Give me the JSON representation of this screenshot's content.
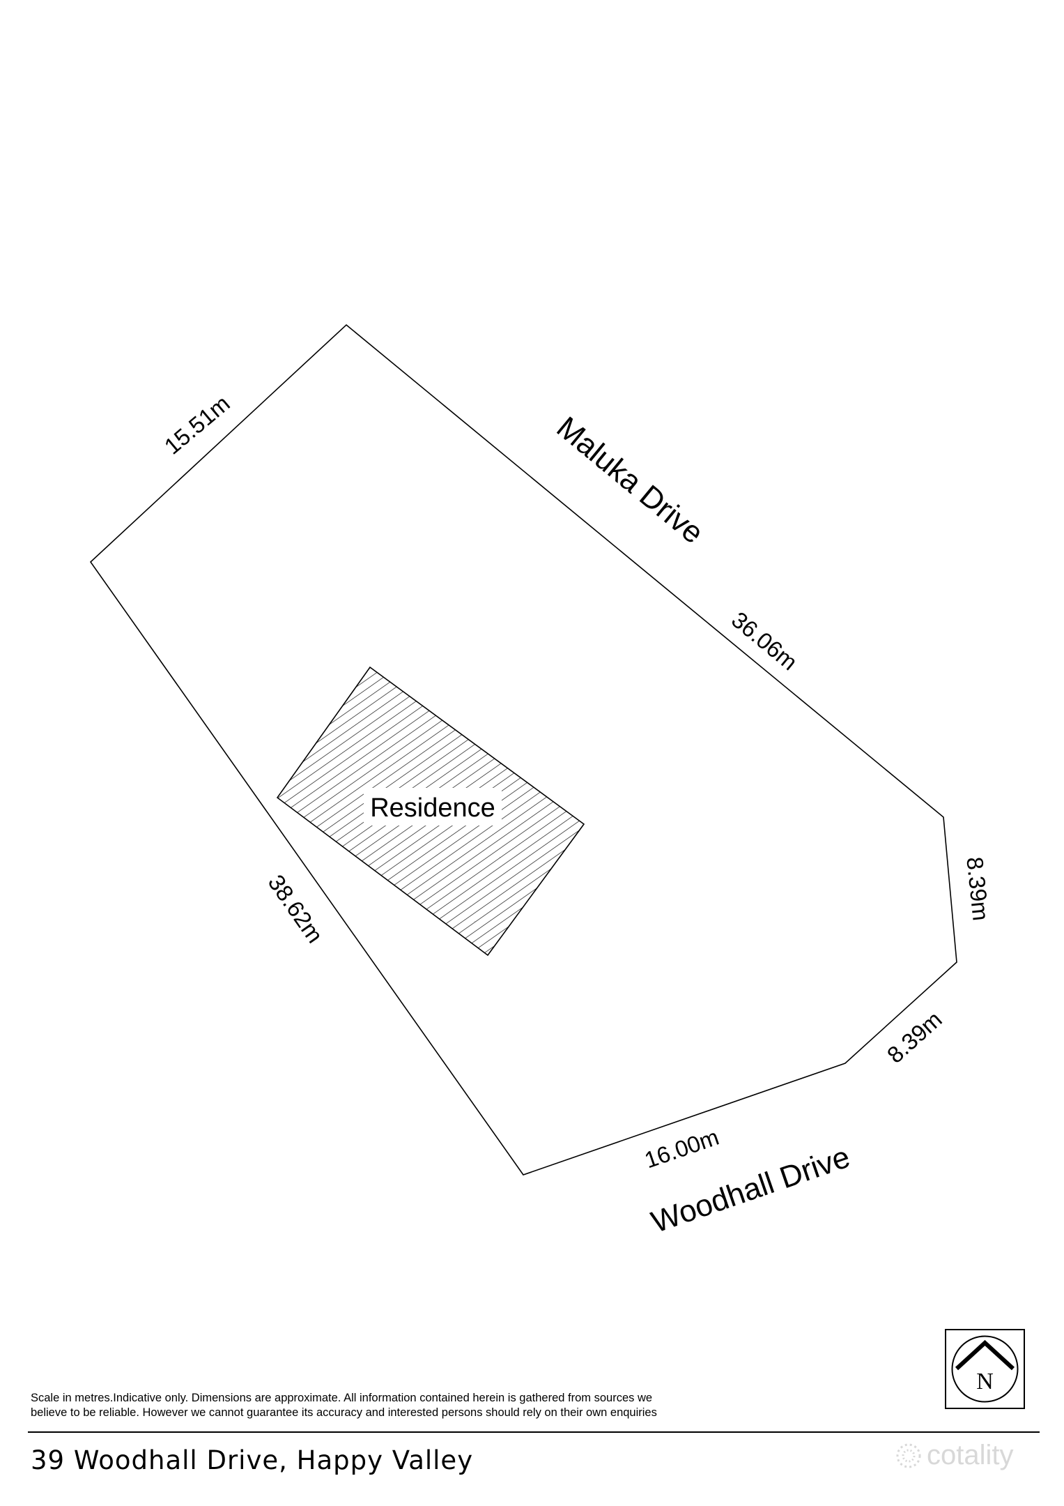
{
  "plan": {
    "dimensions": {
      "northwest": "15.51m",
      "northeast": "36.06m",
      "east_upper": "8.39m",
      "east_lower": "8.39m",
      "south": "16.00m",
      "west": "38.62m"
    },
    "streets": {
      "north": "Maluka Drive",
      "south": "Woodhall Drive"
    },
    "building_label": "Residence"
  },
  "compass_letter": "N",
  "disclaimer_line1": "Scale in metres.Indicative only. Dimensions are approximate. All information contained herein is gathered from sources we",
  "disclaimer_line2": "believe to be reliable. However we cannot guarantee its accuracy and interested persons should rely on their own enquiries",
  "address": "39 Woodhall Drive, Happy Valley",
  "brand": "cotality"
}
